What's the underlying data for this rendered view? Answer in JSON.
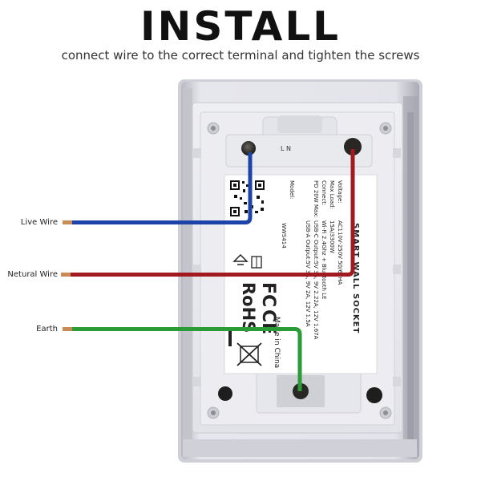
{
  "header": {
    "title": "INSTALL",
    "subtitle": "connect wire to the correct terminal and tighten the screws"
  },
  "wires": [
    {
      "label": "Live Wire",
      "color": "#1c43a8"
    },
    {
      "label": "Netural Wire",
      "color": "#a01a1f"
    },
    {
      "label": "Earth",
      "color": "#2b9b35"
    }
  ],
  "product_label": {
    "product_name": "SMART WALL SOCKET",
    "specs": [
      {
        "key": "Voltage:",
        "value": "AC110V-250V 50/60HA"
      },
      {
        "key": "Max Load:",
        "value": "15A/3300W"
      },
      {
        "key": "Connect:",
        "value": "Wi-Fi 2.4Ghz + Bluetooth LE"
      },
      {
        "key": "PD 20W Max:",
        "value": "USB-C Output:5V 3A, 9V 2.22A, 12V 1.67A"
      },
      {
        "key": "",
        "value": "USB-A Output:5V 3A, 9V 2A, 12V 1.5A"
      }
    ],
    "model_key": "Model:",
    "model_value": "WWS414",
    "made_in": "Made in China",
    "cert_fc": "FC",
    "cert_ce": "CE",
    "cert_rohs": "RoHS",
    "terminal_markings": "L  N"
  },
  "colors": {
    "faceplate": "#dfe0e6",
    "faceplate_shadow": "#9a9ba3",
    "frame": "#ececf1",
    "label_bg": "#ffffff",
    "copper": "#c98b55"
  }
}
